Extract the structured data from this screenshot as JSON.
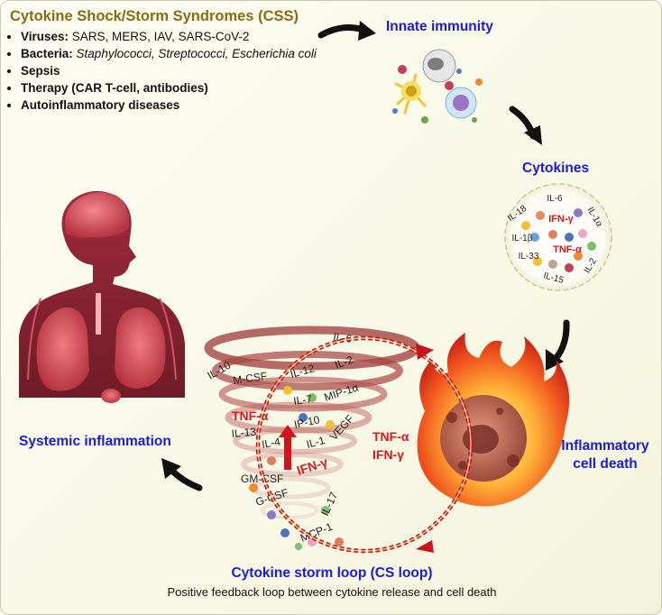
{
  "css_title": "Cytokine Shock/Storm Syndromes (CSS)",
  "causes": {
    "viruses_label": "Viruses:",
    "viruses_text": "SARS, MERS, IAV, SARS-CoV-2",
    "bacteria_label": "Bacteria:",
    "bacteria_text": "Staphylococci, Streptococci, Escherichia coli",
    "sepsis": "Sepsis",
    "therapy": "Therapy (CAR T-cell, antibodies)",
    "autoinflammatory": "Autoinflammatory diseases"
  },
  "nodes": {
    "innate": "Innate immunity",
    "cytokines": "Cytokines",
    "cell_death_line1": "Inflammatory",
    "cell_death_line2": "cell death",
    "systemic": "Systemic inflammation",
    "loop_title": "Cytokine storm loop (CS loop)",
    "loop_subtitle": "Positive feedback loop between cytokine release and cell death"
  },
  "cytokine_circle": {
    "il18": "IL-18",
    "il6": "IL-6",
    "il1a": "IL-1α",
    "ifng": "IFN-γ",
    "il1b": "IL-1β",
    "tnfa": "TNF-α",
    "il33": "IL-33",
    "il2": "IL-2",
    "il15": "IL-15"
  },
  "tornado": {
    "il6": "IL-6",
    "il10": "IL-10",
    "mcsf": "M-CSF",
    "il12": "IL-12",
    "il2": "IL-2",
    "tnfa": "TNF-α",
    "il7": "IL-7",
    "mip1a": "MIP-1α",
    "il13": "IL-13",
    "il4": "IL-4",
    "ip10": "IP-10",
    "il1": "IL-1",
    "vegf": "VEGF",
    "ifng": "IFN-γ",
    "gmcsf": "GM-CSF",
    "gcsf": "G-CSF",
    "il17": "IL-17",
    "mcp1": "MCP-1"
  },
  "loop_labels": {
    "tnfa": "TNF-α",
    "ifng": "IFN-γ"
  },
  "colors": {
    "title": "#8a6a12",
    "node_blue": "#1a1adf",
    "accent_red": "#e0161b",
    "loop_red": "#c8141c"
  }
}
